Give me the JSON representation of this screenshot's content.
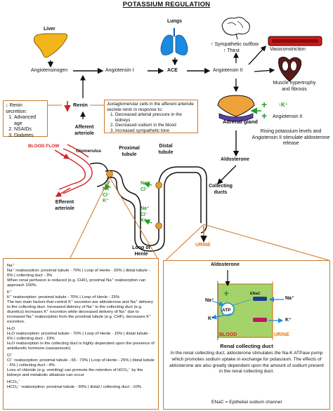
{
  "title": "POTASSIUM REGULATION",
  "nodes": {
    "liver": "Liver",
    "lungs": "Lungs",
    "angiotensinogen": "Angiotensinogen",
    "angiotensin1": "Angiotensin I",
    "ace": "ACE",
    "angiotensin2": "Angiotensin II",
    "renin": "Renin",
    "sympathetic": "↑ Sympathetic outflow",
    "thirst": "↑ Thirst",
    "vasoconstriction": "Vasoconstriction",
    "muscle": "Muscle hypertrophy and fibrosis",
    "adrenal": "Adrenal gland",
    "k_up": "↑K⁺",
    "ang2_side": "Angiotensin II",
    "rising": "Rising potassium levels and Angiotensin II stimulate aldosterone release",
    "aldosterone": "Aldosterone",
    "collecting_ducts": "Collecting ducts",
    "urine": "URINE",
    "afferent": "Afferent arteriole",
    "efferent": "Efferent arteriole",
    "blood_flow": "BLOOD FLOW",
    "glomerulus": "Glomerulus",
    "proximal": "Proximal tubule",
    "distal": "Distal tubule",
    "loop": "Loop of Henle",
    "na_cl": "Na⁺ Cl⁻",
    "na_cl_k": "Na⁺ Cl⁻ K⁺",
    "na_k": "Na⁺ Cl⁻ K⁺"
  },
  "renin_box": {
    "heading": "↓ Renin secretion:",
    "items": [
      "Advanced age",
      "NSAIDs",
      "Diabetes"
    ]
  },
  "jg_box": {
    "intro": "Juxtaglomerular cells in the afferent arteriole secrete renin in response to:",
    "items": [
      "Decreased arterial pressure in the kidneys",
      "Decreased sodium in the blood",
      "Increased sympathetic tone"
    ]
  },
  "reabsorption": {
    "na_head": "Na⁺",
    "na_1": "Na⁺ reabsorption: proximal tubule - 70% | Loop of Henle - 20% | distal tubule - 6% | collecting duct - 3%",
    "na_2": "When renal perfusion is reduced (e.g. CHF), proximal Na⁺ reabsorption can approach 100%.",
    "k_head": "K⁺",
    "k_1": "K⁺ reabsorption: proximal tubule - 70% | Loop of Henle - 25%",
    "k_2": "The two main factors that control K⁺ excretion are aldosterone and Na⁺ delivery to the collecting duct. Increased delivery of Na⁺ to the collecting duct (e.g. diuretics) increases K⁺ excretion while decreased delivery of Na⁺ due to increased Na⁺ reabsorption from the proximal tubule (e.g. CHF), decreases K⁺ excretion.",
    "h2o_head": "H₂O",
    "h2o_1": "H₂O reabsorption: proximal tubule - 70% | Loop of Henle - 15% | distal tubule - 6% | collecting duct - 19%",
    "h2o_2": "H₂O reabsorption in the collecting duct is highly dependent upon the presence of antidiuretic hormone (vasopressin)",
    "cl_head": "Cl⁻",
    "cl_1": "Cl⁻ reabsorption: proximal tubule - 65 - 70% | Loop of Henle - 25% | distal tubule - 5% | collecting duct - 4%",
    "cl_2": "Loss of chloride (e.g. vomiting) can promote the retention of HCO₃⁻ by the kidneys and metabolic alkalosis can occur",
    "hco3_head": "HCO₃⁻",
    "hco3_1": "HCO₃⁻ reabsorption: proximal tubule - 90% | distal / collecting duct - 10%"
  },
  "duct_panel": {
    "aldosterone": "Aldosterone",
    "enac": "ENaC",
    "atp": "ATP",
    "na": "Na⁺",
    "k": "K⁺",
    "blood": "BLOOD",
    "urine": "URINE",
    "heading": "Renal collecting duct",
    "body": "In the renal collecting duct, aldosterone stimulates the Na-K ATPase pump which promotes sodium uptake in exchange for potassium. The effects of aldosterone are also greatly dependent upon the amount of sodium present in the renal collecting duct.",
    "footer": "ENaC = Epithelial sodium channel"
  },
  "colors": {
    "accent": "#c9792b",
    "green": "#2a9a2a",
    "red": "#d22222",
    "blue": "#1a8be0",
    "liver": "#f2b61b",
    "adrenal": "#f0a23a",
    "adrenal_base": "#5a3fa8"
  }
}
